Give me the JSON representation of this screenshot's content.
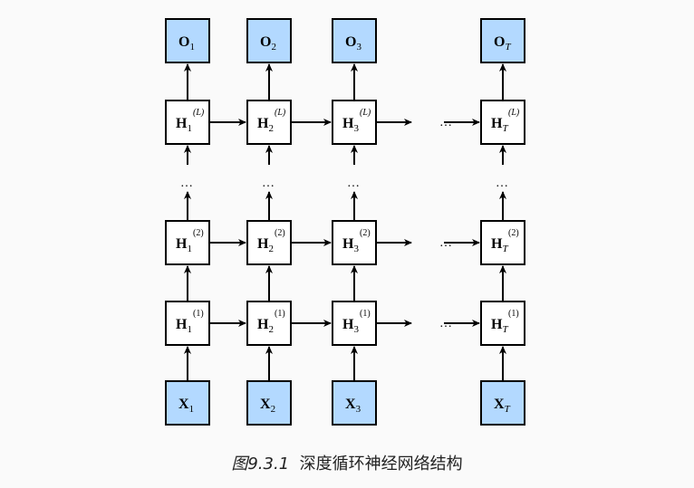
{
  "figure": {
    "caption_number": "图9.3.1",
    "caption_text": "深度循环神经网络结构",
    "colors": {
      "io_fill": "#b3d9ff",
      "hidden_fill": "#ffffff",
      "stroke": "#000000",
      "background": "#fafafa"
    },
    "columns": [
      "1",
      "2",
      "3",
      "T"
    ],
    "ellipsis": "…",
    "rows": [
      {
        "kind": "output",
        "symbol": "O",
        "layer": null
      },
      {
        "kind": "hidden",
        "symbol": "H",
        "layer": "(L)"
      },
      {
        "kind": "ellipsis"
      },
      {
        "kind": "hidden",
        "symbol": "H",
        "layer": "(2)"
      },
      {
        "kind": "hidden",
        "symbol": "H",
        "layer": "(1)"
      },
      {
        "kind": "input",
        "symbol": "X",
        "layer": null
      }
    ]
  }
}
